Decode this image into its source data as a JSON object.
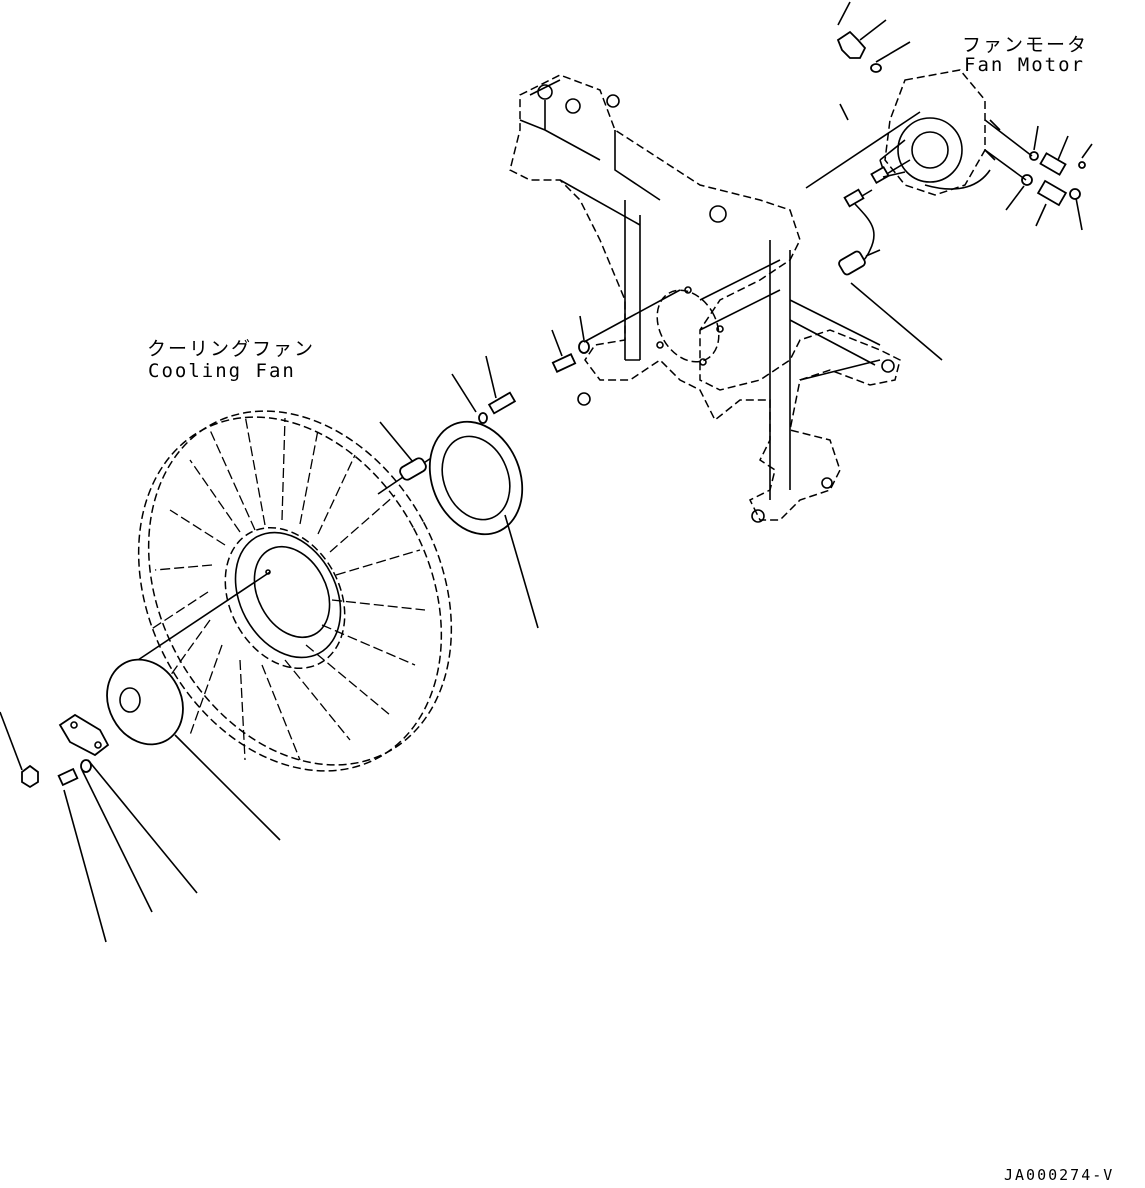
{
  "labels": {
    "fan_motor_jp": "ファンモータ",
    "fan_motor_en": "Fan Motor",
    "cooling_fan_jp": "クーリングファン",
    "cooling_fan_en": "Cooling Fan"
  },
  "drawing_code": "JA000274-V",
  "colors": {
    "ink": "#000000",
    "paper": "#ffffff"
  }
}
